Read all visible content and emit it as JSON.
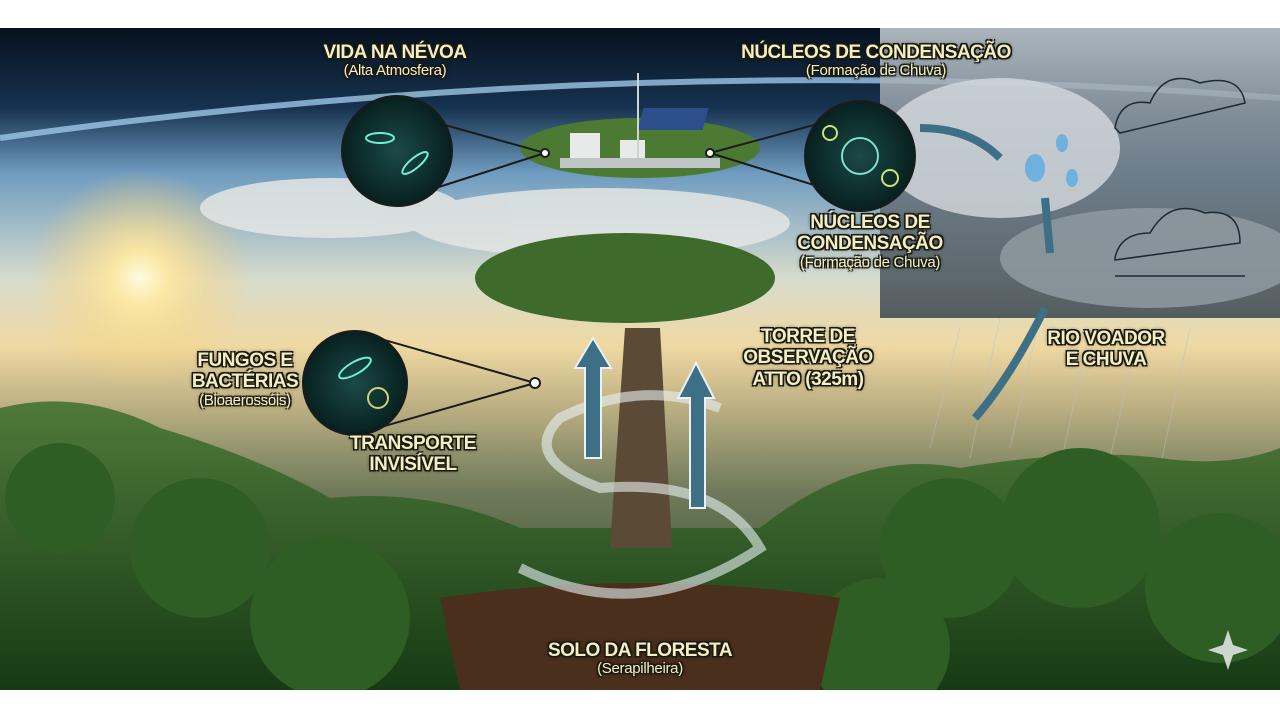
{
  "labels": {
    "vida_title": "VIDA NA NÉVOA",
    "vida_sub": "(Alta Atmosfera)",
    "nucleos_top_title": "NÚCLEOS DE CONDENSAÇÃO",
    "nucleos_top_sub": "(Formação de Chuva)",
    "nucleos_mid_line1": "NÚCLEOS DE",
    "nucleos_mid_line2": "CONDENSAÇÃO",
    "nucleos_mid_sub": "(Formação de Chuva)",
    "fungos_line1": "FUNGOS E",
    "fungos_line2": "BACTÉRIAS",
    "fungos_sub": "(Bioaerossóis)",
    "transporte_line1": "TRANSPORTE",
    "transporte_line2": "INVISÍVEL",
    "torre_line1": "TORRE DE",
    "torre_line2": "OBSERVAÇÃO",
    "torre_line3": "ATTO (325m)",
    "rio_line1": "RIO VOADOR",
    "rio_line2": "E CHUVA",
    "solo_title": "SOLO DA FLORESTA",
    "solo_sub": "(Serapilheira)"
  },
  "colors": {
    "label": "#f4eec4",
    "sky_top": "#0b1a2c",
    "forest": "#1f4a1c",
    "arrow": "#3d6f86"
  }
}
